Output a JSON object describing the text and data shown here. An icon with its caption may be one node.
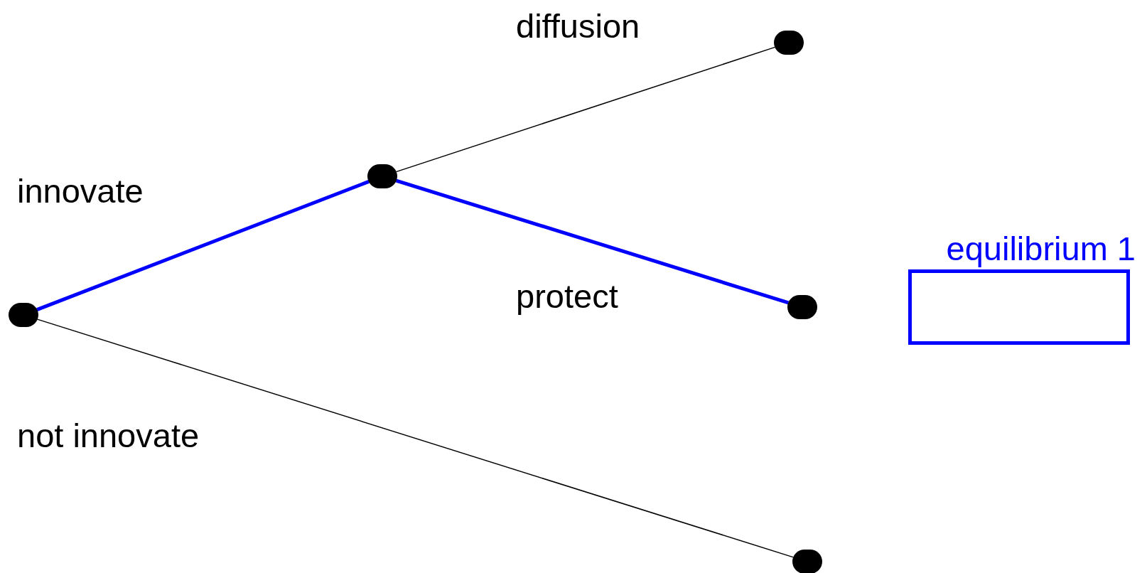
{
  "diagram": {
    "nodes": [
      {
        "text": [],
        "shape": "circle"
      },
      {
        "text": [],
        "shape": "circle"
      },
      {
        "text": [],
        "shape": "circle"
      },
      {
        "text": [],
        "shape": "circle"
      },
      {
        "text": [],
        "shape": "circle"
      },
      {
        "text": [
          "equilibrium 1"
        ]
      }
    ],
    "edges": [
      {
        "from": 0,
        "to": 1,
        "arrow": "none",
        "label": "innovate",
        "style": "thick",
        "color": "#0000ff"
      },
      {
        "from": 1,
        "to": 2,
        "arrow": "none",
        "label": "diffusion",
        "color": "#000000"
      },
      {
        "from": 1,
        "to": 3,
        "arrow": "none",
        "label": "protect",
        "style": "thick",
        "color": "#0000ff"
      },
      {
        "from": 0,
        "to": 4,
        "arrow": "none",
        "label": "not innovate",
        "color": "#000000"
      }
    ]
  }
}
